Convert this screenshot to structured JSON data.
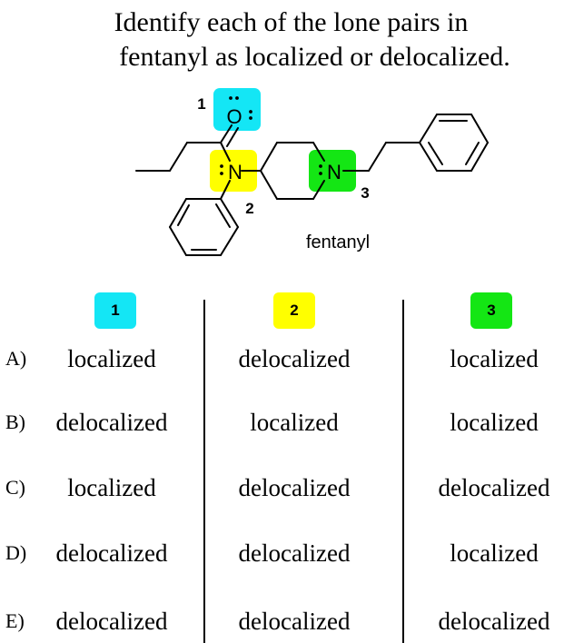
{
  "question": {
    "line1": "Identify each of the lone pairs in",
    "line2": "fentanyl as localized or delocalized."
  },
  "molecule": {
    "name": "fentanyl",
    "atom_O": "O",
    "atom_N1": "N",
    "atom_N2": "N",
    "label_1": "1",
    "label_2": "2",
    "label_3": "3"
  },
  "colors": {
    "site1": "#14e6f5",
    "site2": "#ffff00",
    "site3": "#14e614"
  },
  "columns": [
    "1",
    "2",
    "3"
  ],
  "options": [
    {
      "letter": "A)",
      "values": [
        "localized",
        "delocalized",
        "localized"
      ]
    },
    {
      "letter": "B)",
      "values": [
        "delocalized",
        "localized",
        "localized"
      ]
    },
    {
      "letter": "C)",
      "values": [
        "localized",
        "delocalized",
        "delocalized"
      ]
    },
    {
      "letter": "D)",
      "values": [
        "delocalized",
        "delocalized",
        "localized"
      ]
    },
    {
      "letter": "E)",
      "values": [
        "delocalized",
        "delocalized",
        "delocalized"
      ]
    }
  ]
}
